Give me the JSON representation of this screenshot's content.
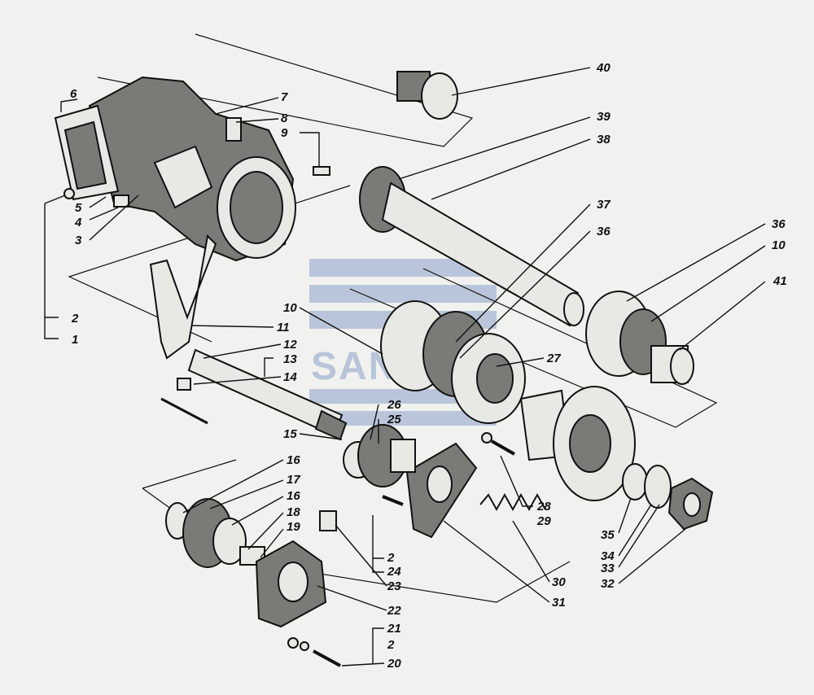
{
  "labels": [
    {
      "id": "l1",
      "text": "1"
    },
    {
      "id": "l2a",
      "text": "2"
    },
    {
      "id": "l3",
      "text": "3"
    },
    {
      "id": "l4",
      "text": "4"
    },
    {
      "id": "l5",
      "text": "5"
    },
    {
      "id": "l6",
      "text": "6"
    },
    {
      "id": "l7",
      "text": "7"
    },
    {
      "id": "l8",
      "text": "8"
    },
    {
      "id": "l9",
      "text": "9"
    },
    {
      "id": "l10a",
      "text": "10"
    },
    {
      "id": "l10b",
      "text": "10"
    },
    {
      "id": "l11",
      "text": "11"
    },
    {
      "id": "l12",
      "text": "12"
    },
    {
      "id": "l13",
      "text": "13"
    },
    {
      "id": "l14",
      "text": "14"
    },
    {
      "id": "l15",
      "text": "15"
    },
    {
      "id": "l16a",
      "text": "16"
    },
    {
      "id": "l16b",
      "text": "16"
    },
    {
      "id": "l17",
      "text": "17"
    },
    {
      "id": "l18",
      "text": "18"
    },
    {
      "id": "l19",
      "text": "19"
    },
    {
      "id": "l20",
      "text": "20"
    },
    {
      "id": "l21",
      "text": "21"
    },
    {
      "id": "l2b",
      "text": "2"
    },
    {
      "id": "l22",
      "text": "22"
    },
    {
      "id": "l23",
      "text": "23"
    },
    {
      "id": "l2c",
      "text": "2"
    },
    {
      "id": "l24",
      "text": "24"
    },
    {
      "id": "l25",
      "text": "25"
    },
    {
      "id": "l26",
      "text": "26"
    },
    {
      "id": "l27",
      "text": "27"
    },
    {
      "id": "l28",
      "text": "28"
    },
    {
      "id": "l29",
      "text": "29"
    },
    {
      "id": "l30",
      "text": "30"
    },
    {
      "id": "l31",
      "text": "31"
    },
    {
      "id": "l32",
      "text": "32"
    },
    {
      "id": "l33",
      "text": "33"
    },
    {
      "id": "l34",
      "text": "34"
    },
    {
      "id": "l35",
      "text": "35"
    },
    {
      "id": "l36a",
      "text": "36"
    },
    {
      "id": "l36b",
      "text": "36"
    },
    {
      "id": "l37",
      "text": "37"
    },
    {
      "id": "l38",
      "text": "38"
    },
    {
      "id": "l39",
      "text": "39"
    },
    {
      "id": "l40",
      "text": "40"
    },
    {
      "id": "l41",
      "text": "41"
    }
  ],
  "watermark": {
    "text": "SANDE",
    "color": "#8aa0c8"
  }
}
